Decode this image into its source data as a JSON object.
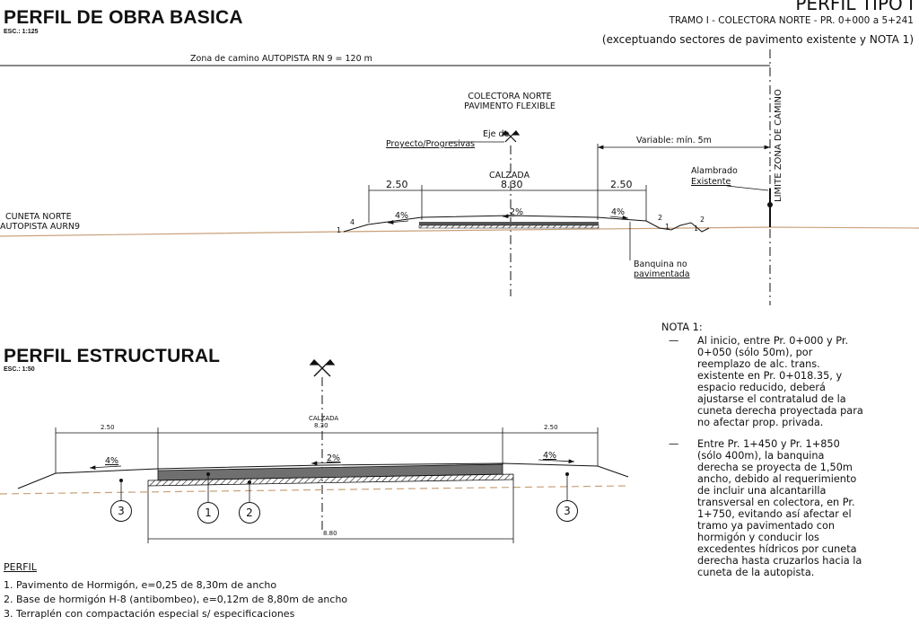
{
  "header": {
    "title": "PERFIL DE OBRA BASICA",
    "scale": "ESC.: 1:125",
    "type_title": "PERFIL TIPO I",
    "tramo": "TRAMO I - COLECTORA NORTE - PR. 0+000 a 5+241",
    "exception": "(exceptuando sectores de pavimento existente y NOTA 1)"
  },
  "top_profile": {
    "zona_camino": "Zona de camino AUTOPISTA RN 9 = 120   m",
    "colectora_line1": "COLECTORA NORTE",
    "colectora_line2": "PAVIMENTO FLEXIBLE",
    "eje_line1": "Eje de",
    "eje_line2": "Proyecto/Progresivas",
    "calzada": "CALZADA",
    "calzada_width": "8.30",
    "left_shoulder": "2.50",
    "right_shoulder": "2.50",
    "variable": "Variable: mín. 5m",
    "alambrado_line1": "Alambrado",
    "alambrado_line2": "Existente",
    "limite": "LIMITE ZONA DE CAMINO",
    "cuneta_line1": "CUNETA NORTE",
    "cuneta_line2": "AUTOPISTA AURN9",
    "slope_left": "4%",
    "slope_center": "2%",
    "slope_right": "4%",
    "ratio_1": "1",
    "ratio_4": "4",
    "ratio_2a": "2",
    "ratio_1b": "1",
    "ratio_1c": "1",
    "ratio_2b": "2",
    "banquina_line1": "Banquina no",
    "banquina_line2": "pavimentada"
  },
  "structural": {
    "title": "PERFIL ESTRUCTURAL",
    "scale": "ESC.: 1:50",
    "calzada": "CALZADA",
    "calzada_width": "8.30",
    "left_shoulder": "2.50",
    "right_shoulder": "2.50",
    "slope_left": "4%",
    "slope_center": "2%",
    "slope_right": "4%",
    "base_width": "8.80",
    "markers": [
      "3",
      "1",
      "2",
      "3"
    ]
  },
  "legend": {
    "title": "PERFIL",
    "items": [
      "1.  Pavimento de Hormigón, e=0,25 de 8,30m de ancho",
      "2.  Base de hormigón H-8 (antibombeo), e=0,12m de 8,80m de ancho",
      "3.  Terraplén con compactación especial s/ especificaciones"
    ]
  },
  "note": {
    "title": "NOTA 1:",
    "items": [
      "Al inicio, entre Pr. 0+000 y Pr.\n0+050 (sólo 50m), por\nreemplazo de alc. trans.\nexistente en Pr. 0+018.35, y\nespacio reducido, deberá\najustarse el contratalud de la\ncuneta derecha proyectada para\nno afectar prop. privada.",
      "Entre Pr. 1+450 y Pr. 1+850\n(sólo 400m), la banquina\nderecha se proyecta de 1,50m\nancho, debido al requerimiento\nde incluir una alcantarilla\ntransversal en colectora, en Pr.\n1+750, evitando así afectar el\ntramo ya pavimentado con\nhormigón y conducir los\nexcedentes hídricos por cuneta\nderecha hasta cruzarlos hacia la\ncuneta de la autopista."
    ]
  },
  "colors": {
    "ground": "#c8a07a",
    "pavement": "#6f6f6f",
    "line": "#111111"
  }
}
